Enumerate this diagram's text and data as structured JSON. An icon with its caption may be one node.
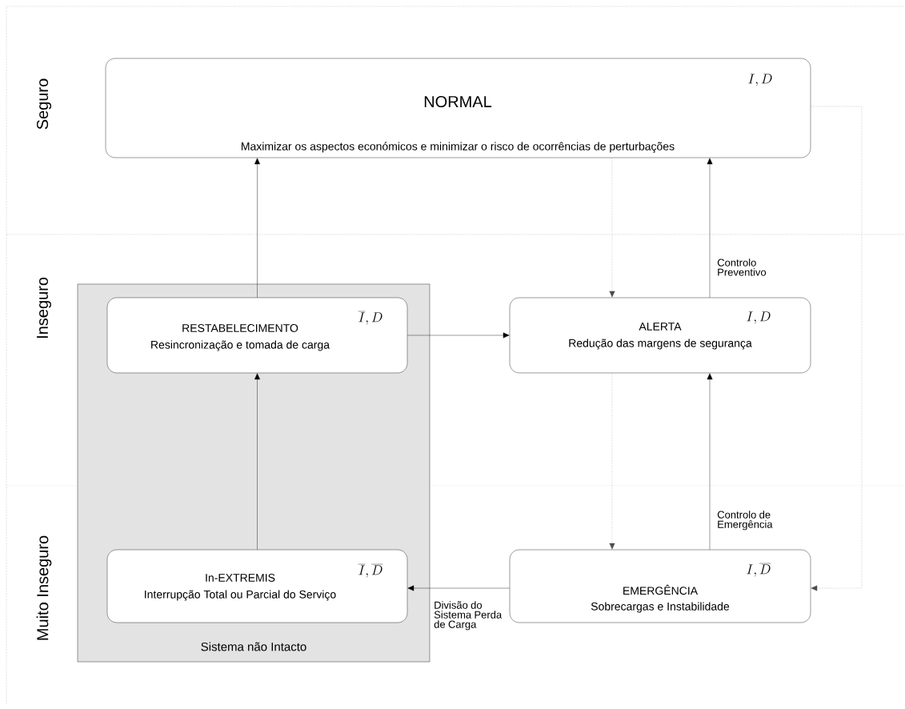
{
  "diagram": {
    "nodes": [
      {
        "text": [
          "Sistema não Intacto"
        ]
      },
      {
        "text": [
          "I,D",
          "NORMAL",
          "Maximizar os aspectos económicos e minimizar o risco de ocorrências de perturbações"
        ]
      },
      {
        "text": [
          "\\overline{I},D",
          "RESTABELECIMENTO",
          "Resincronização e tomada de carga"
        ],
        "in": 0
      },
      {
        "text": [
          "I,D",
          "ALERTA",
          "Redução das margens de segurança"
        ]
      },
      {
        "text": [
          "\\overline{I},\\overline{D}",
          "In-EXTREMIS",
          "Interrupção Total ou Parcial do Serviço"
        ],
        "in": 0
      },
      {
        "text": [
          "I,\\overline{D}",
          "EMERGÊNCIA",
          "Sobrecargas e Instabilidade"
        ]
      }
    ],
    "edges": [
      {
        "from": 2,
        "to": 1,
        "arrow": "to"
      },
      {
        "from": 4,
        "to": 2,
        "arrow": "to"
      },
      {
        "from": 2,
        "to": 3,
        "arrow": "to"
      },
      {
        "from": 3,
        "to": 1,
        "arrow": "to",
        "label": "Controlo Preventivo"
      },
      {
        "from": 5,
        "to": 3,
        "arrow": "to",
        "label": "Controlo de Emergência"
      },
      {
        "from": 5,
        "to": 4,
        "arrow": "to",
        "label": "Divisão do Sistema Perda de Carga"
      },
      {
        "from": 1,
        "to": 3,
        "arrow": "to",
        "style": "dashed"
      },
      {
        "from": 3,
        "to": 5,
        "arrow": "to",
        "style": "dashed"
      },
      {
        "from": 1,
        "to": 5,
        "arrow": "to",
        "style": "dashed"
      }
    ],
    "labels": [
      "Seguro",
      "Inseguro",
      "Muito Inseguro"
    ]
  }
}
